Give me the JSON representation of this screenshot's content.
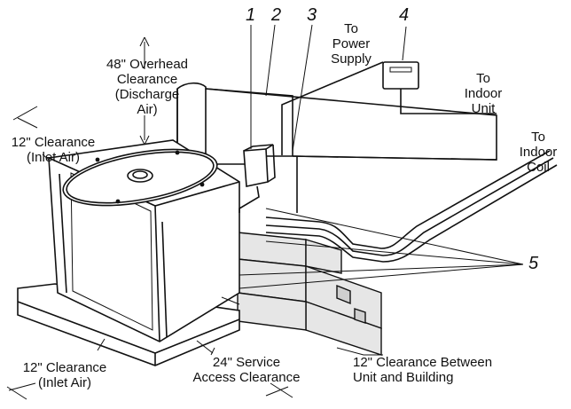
{
  "callouts": {
    "n1": "1",
    "n2": "2",
    "n3": "3",
    "n4": "4",
    "n5": "5"
  },
  "labels": {
    "overhead": "48\" Overhead\nClearance\n(Discharge\nAir)",
    "power": "To\nPower\nSupply",
    "indoor_unit": "To\nIndoor\nUnit",
    "indoor_coil": "To\nIndoor\nCoil",
    "inlet_top": "12\" Clearance\n(Inlet Air)",
    "inlet_bottom": "12\" Clearance\n(Inlet Air)",
    "service": "24\" Service\nAccess Clearance",
    "between": "12\" Clearance Between\nUnit and Building"
  }
}
